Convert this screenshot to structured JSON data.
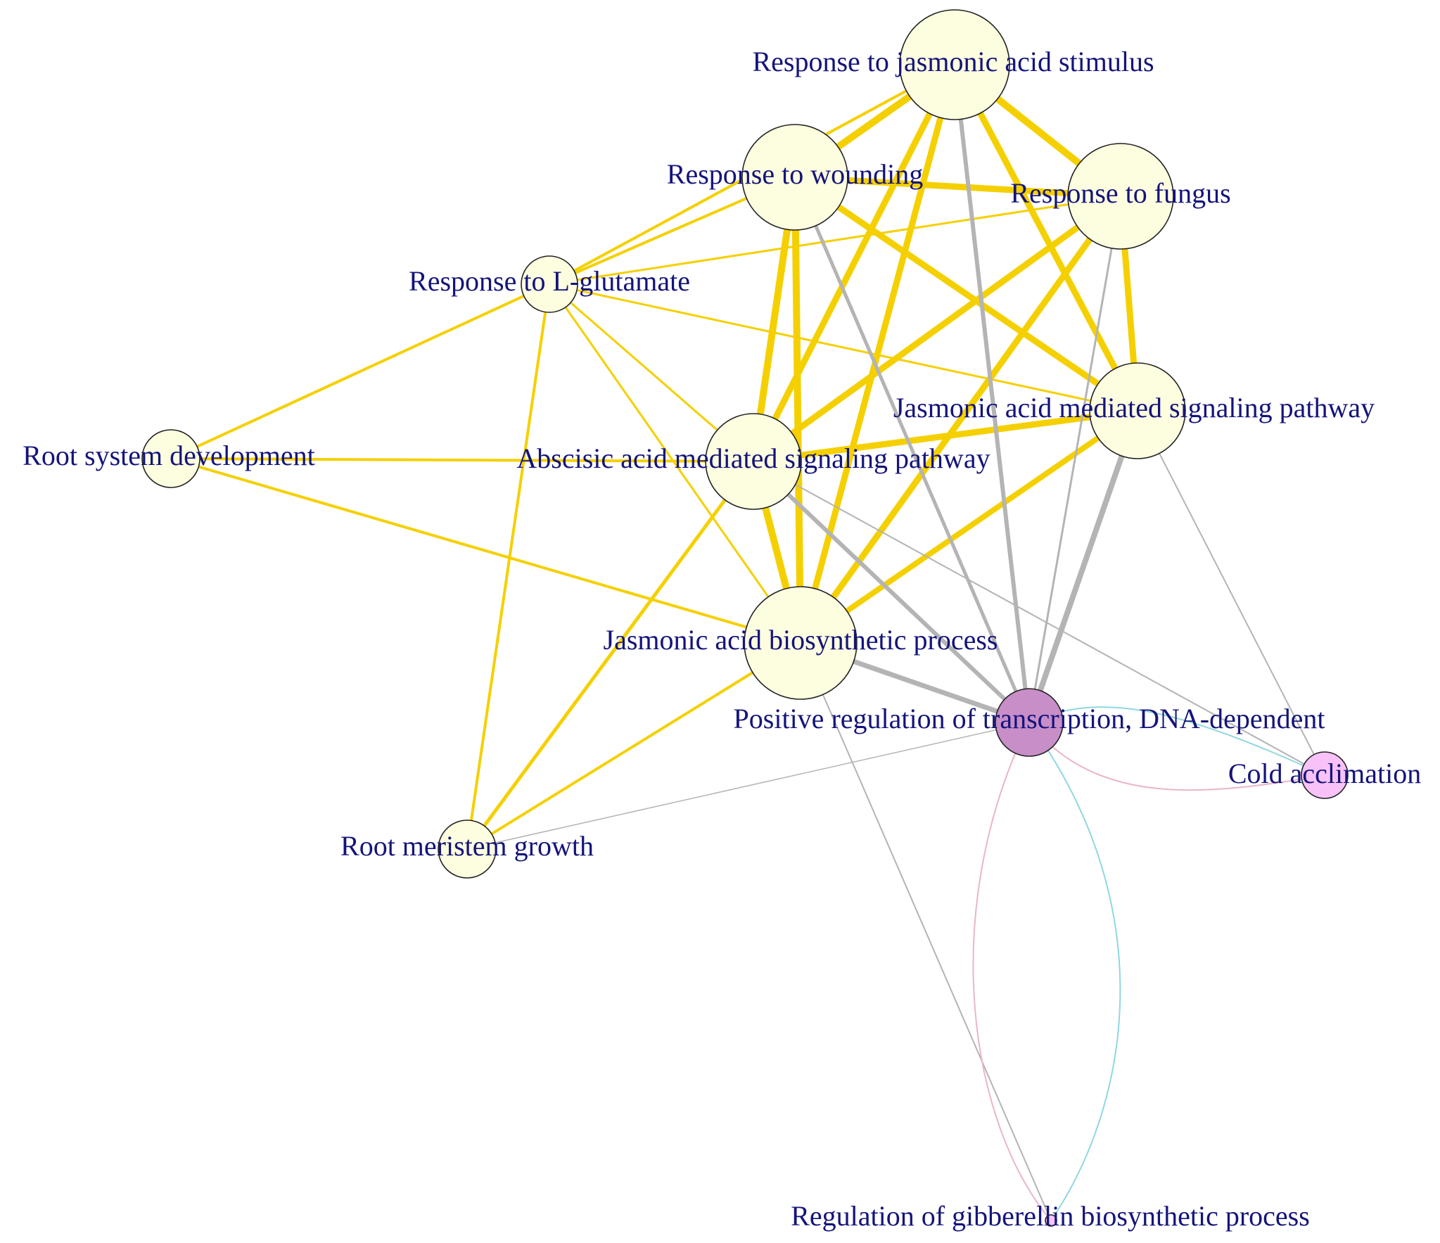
{
  "diagram": {
    "type": "network",
    "colors": {
      "background": "#ffffff",
      "label_text": "#14147a",
      "yellow_edge": "#f5d000",
      "gray_edge": "#b4b4b4",
      "cyan_edge": "#8fd8e0",
      "pink_edge": "#eab6c6",
      "yellow_node": "#fdfde0",
      "dark_purple_node": "#c88ec8",
      "pink_node": "#f8c2f8"
    },
    "nodes": [
      {
        "id": "jasmonic_stimulus",
        "label": "Response to jasmonic acid stimulus",
        "fill": "#fdfde0"
      },
      {
        "id": "wounding",
        "label": "Response to wounding",
        "fill": "#fdfde0"
      },
      {
        "id": "fungus",
        "label": "Response to fungus",
        "fill": "#fdfde0"
      },
      {
        "id": "l_glutamate",
        "label": "Response to L-glutamate",
        "fill": "#fdfde0"
      },
      {
        "id": "root_system",
        "label": "Root system development",
        "fill": "#fdfde0"
      },
      {
        "id": "jasmonic_signaling",
        "label": "Jasmonic acid mediated signaling pathway",
        "fill": "#fdfde0"
      },
      {
        "id": "abscisic_signaling",
        "label": "Abscisic acid mediated signaling pathway",
        "fill": "#fdfde0"
      },
      {
        "id": "ja_biosynthetic",
        "label": "Jasmonic acid biosynthetic process",
        "fill": "#fdfde0"
      },
      {
        "id": "pos_regulation",
        "label": "Positive regulation of transcription, DNA-dependent",
        "fill": "#c88ec8"
      },
      {
        "id": "cold",
        "label": "Cold acclimation",
        "fill": "#f8c2f8"
      },
      {
        "id": "root_meristem",
        "label": "Root meristem growth",
        "fill": "#fdfde0"
      },
      {
        "id": "gibberellin",
        "label": "Regulation of gibberellin biosynthetic process",
        "fill": "#f8c2f8"
      }
    ],
    "edges": [
      {
        "source": "jasmonic_stimulus",
        "target": "wounding",
        "color": "yellow"
      },
      {
        "source": "jasmonic_stimulus",
        "target": "fungus",
        "color": "yellow"
      },
      {
        "source": "jasmonic_stimulus",
        "target": "l_glutamate",
        "color": "yellow"
      },
      {
        "source": "jasmonic_stimulus",
        "target": "jasmonic_signaling",
        "color": "yellow"
      },
      {
        "source": "jasmonic_stimulus",
        "target": "abscisic_signaling",
        "color": "yellow"
      },
      {
        "source": "jasmonic_stimulus",
        "target": "ja_biosynthetic",
        "color": "yellow"
      },
      {
        "source": "jasmonic_stimulus",
        "target": "pos_regulation",
        "color": "gray"
      },
      {
        "source": "wounding",
        "target": "fungus",
        "color": "yellow"
      },
      {
        "source": "wounding",
        "target": "l_glutamate",
        "color": "yellow"
      },
      {
        "source": "wounding",
        "target": "jasmonic_signaling",
        "color": "yellow"
      },
      {
        "source": "wounding",
        "target": "abscisic_signaling",
        "color": "yellow"
      },
      {
        "source": "wounding",
        "target": "ja_biosynthetic",
        "color": "yellow"
      },
      {
        "source": "wounding",
        "target": "pos_regulation",
        "color": "gray"
      },
      {
        "source": "fungus",
        "target": "l_glutamate",
        "color": "yellow"
      },
      {
        "source": "fungus",
        "target": "jasmonic_signaling",
        "color": "yellow"
      },
      {
        "source": "fungus",
        "target": "abscisic_signaling",
        "color": "yellow"
      },
      {
        "source": "fungus",
        "target": "ja_biosynthetic",
        "color": "yellow"
      },
      {
        "source": "fungus",
        "target": "pos_regulation",
        "color": "gray"
      },
      {
        "source": "l_glutamate",
        "target": "root_system",
        "color": "yellow"
      },
      {
        "source": "l_glutamate",
        "target": "jasmonic_signaling",
        "color": "yellow"
      },
      {
        "source": "l_glutamate",
        "target": "abscisic_signaling",
        "color": "yellow"
      },
      {
        "source": "l_glutamate",
        "target": "ja_biosynthetic",
        "color": "yellow"
      },
      {
        "source": "l_glutamate",
        "target": "root_meristem",
        "color": "yellow"
      },
      {
        "source": "root_system",
        "target": "abscisic_signaling",
        "color": "yellow"
      },
      {
        "source": "root_system",
        "target": "ja_biosynthetic",
        "color": "yellow"
      },
      {
        "source": "jasmonic_signaling",
        "target": "abscisic_signaling",
        "color": "yellow"
      },
      {
        "source": "jasmonic_signaling",
        "target": "ja_biosynthetic",
        "color": "yellow"
      },
      {
        "source": "jasmonic_signaling",
        "target": "pos_regulation",
        "color": "gray"
      },
      {
        "source": "jasmonic_signaling",
        "target": "cold",
        "color": "gray"
      },
      {
        "source": "abscisic_signaling",
        "target": "ja_biosynthetic",
        "color": "yellow"
      },
      {
        "source": "abscisic_signaling",
        "target": "pos_regulation",
        "color": "gray"
      },
      {
        "source": "abscisic_signaling",
        "target": "cold",
        "color": "gray"
      },
      {
        "source": "abscisic_signaling",
        "target": "root_meristem",
        "color": "yellow"
      },
      {
        "source": "ja_biosynthetic",
        "target": "root_meristem",
        "color": "yellow"
      },
      {
        "source": "ja_biosynthetic",
        "target": "pos_regulation",
        "color": "gray"
      },
      {
        "source": "ja_biosynthetic",
        "target": "gibberellin",
        "color": "gray"
      },
      {
        "source": "root_meristem",
        "target": "pos_regulation",
        "color": "gray"
      },
      {
        "source": "pos_regulation",
        "target": "cold",
        "color": "cyan"
      },
      {
        "source": "pos_regulation",
        "target": "cold",
        "color": "pink"
      },
      {
        "source": "pos_regulation",
        "target": "gibberellin",
        "color": "cyan"
      },
      {
        "source": "pos_regulation",
        "target": "gibberellin",
        "color": "pink"
      }
    ]
  }
}
